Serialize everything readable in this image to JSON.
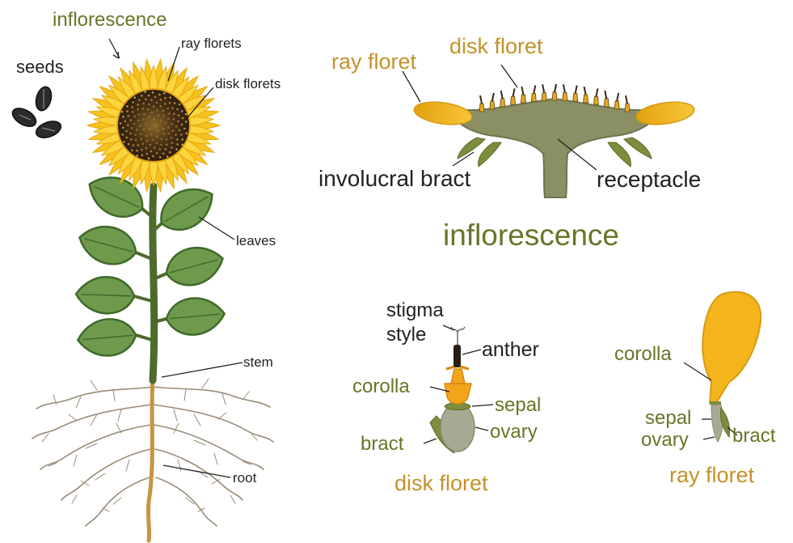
{
  "colors": {
    "olive": "#6b7428",
    "gold": "#c5912a",
    "text": "#222222",
    "petal": "#f6c21c",
    "petal_dark": "#e7a512",
    "disk": "#3f2a18",
    "leaf": "#6f9a4c",
    "leaf_dark": "#3f6a2a",
    "stem": "#4d6b2c",
    "receptacle": "#8a9064",
    "ovary": "#a7a992",
    "root": "#9a8b77",
    "taproot": "#c79443"
  },
  "plant": {
    "inflorescence": "inflorescence",
    "ray_florets": "ray florets",
    "disk_florets": "disk florets",
    "seeds": "seeds",
    "leaves": "leaves",
    "stem": "stem",
    "root": "root"
  },
  "section": {
    "ray_floret": "ray floret",
    "disk_floret": "disk floret",
    "involucral_bract": "involucral bract",
    "receptacle": "receptacle",
    "title": "inflorescence"
  },
  "disk_detail": {
    "stigma": "stigma",
    "style": "style",
    "anther": "anther",
    "corolla": "corolla",
    "sepal": "sepal",
    "ovary": "ovary",
    "bract": "bract",
    "title": "disk floret"
  },
  "ray_detail": {
    "corolla": "corolla",
    "sepal": "sepal",
    "ovary": "ovary",
    "bract": "bract",
    "title": "ray floret"
  },
  "icons": [
    "seed-icon",
    "sunflower-head-icon",
    "leaf-icon",
    "root-system-icon",
    "receptacle-icon",
    "disk-floret-icon",
    "ray-floret-icon"
  ]
}
